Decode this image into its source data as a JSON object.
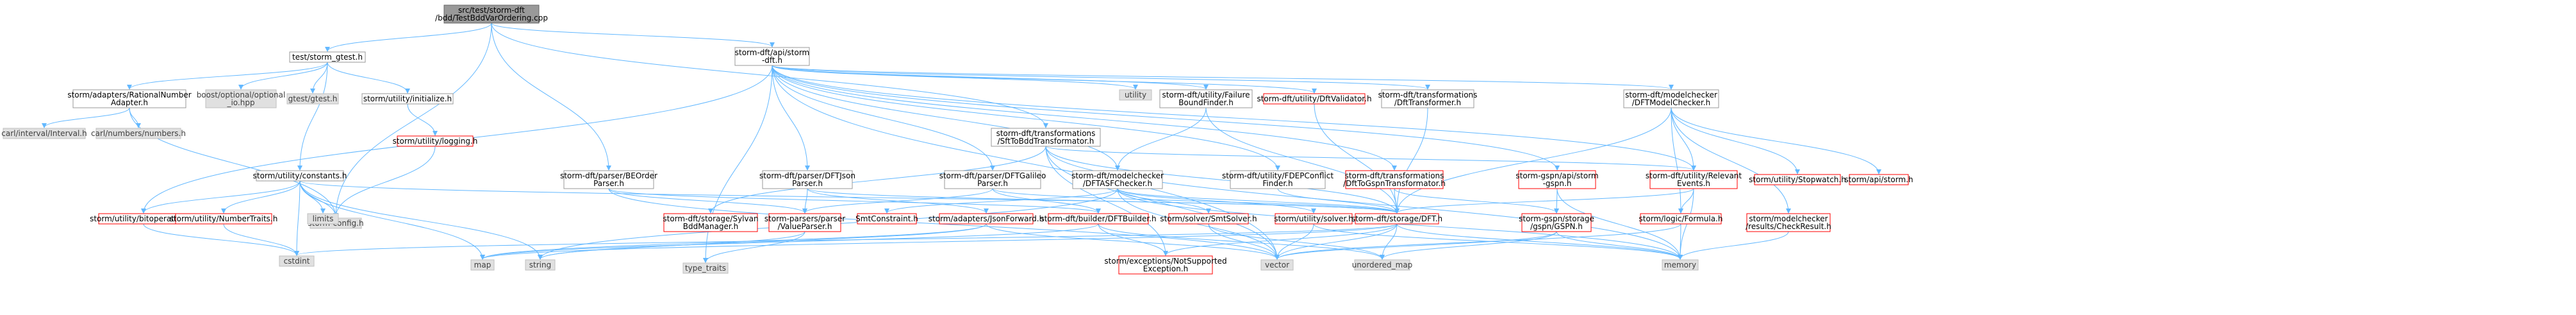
{
  "palette": {
    "background": "#ffffff",
    "edge": "#63b8ff",
    "node_fill": "#ffffff",
    "node_border": "#ff0000",
    "node_border_plain": "#999999",
    "node_border_std": "#bfbfbf",
    "system_fill": "#e0e0e0",
    "root_fill": "#999999",
    "root_border": "#666666",
    "text": "#000000",
    "red_text": "#ff0000",
    "system_text": "#404040"
  },
  "nodes": [
    {
      "id": "root",
      "kind": "root",
      "label": [
        "src/test/storm-dft",
        "/bdd/TestBddVarOrdering.cpp"
      ]
    },
    {
      "id": "gtest_h",
      "kind": "plain",
      "label": [
        "test/storm_gtest.h"
      ]
    },
    {
      "id": "dft_api",
      "kind": "plain",
      "label": [
        "storm-dft/api/storm",
        "-dft.h"
      ]
    },
    {
      "id": "rational_adapter",
      "kind": "plain",
      "label": [
        "storm/adapters/RationalNumber",
        "Adapter.h"
      ]
    },
    {
      "id": "boost_optional",
      "kind": "std",
      "label": [
        "boost/optional/optional",
        "_io.hpp"
      ]
    },
    {
      "id": "gtest",
      "kind": "std",
      "label": [
        "gtest/gtest.h"
      ]
    },
    {
      "id": "initialize",
      "kind": "plain",
      "label": [
        "storm/utility/initialize.h"
      ]
    },
    {
      "id": "carl_interval",
      "kind": "std",
      "label": [
        "carl/interval/Interval.h"
      ]
    },
    {
      "id": "carl_numbers",
      "kind": "std",
      "label": [
        "carl/numbers/numbers.h"
      ]
    },
    {
      "id": "constants",
      "kind": "plain",
      "label": [
        "storm/utility/constants.h"
      ]
    },
    {
      "id": "logging",
      "kind": "red",
      "label": [
        "storm/utility/logging.h"
      ]
    },
    {
      "id": "storm_config",
      "kind": "std",
      "label": [
        "storm-config.h"
      ]
    },
    {
      "id": "bitoperations",
      "kind": "red",
      "label": [
        "storm/utility/bitoperations.h"
      ]
    },
    {
      "id": "numbertraits",
      "kind": "red",
      "label": [
        "storm/utility/NumberTraits.h"
      ]
    },
    {
      "id": "limits",
      "kind": "std",
      "label": [
        "limits"
      ]
    },
    {
      "id": "cstdint",
      "kind": "std",
      "label": [
        "cstdint"
      ]
    },
    {
      "id": "map",
      "kind": "std",
      "label": [
        "map"
      ]
    },
    {
      "id": "string",
      "kind": "std",
      "label": [
        "string"
      ]
    },
    {
      "id": "beorder",
      "kind": "plain",
      "label": [
        "storm-dft/parser/BEOrder",
        "Parser.h"
      ]
    },
    {
      "id": "sft_bdd",
      "kind": "plain",
      "label": [
        "storm-dft/transformations",
        "/SftToBddTransformator.h"
      ]
    },
    {
      "id": "utility",
      "kind": "std",
      "label": [
        "utility"
      ]
    },
    {
      "id": "failure_bound",
      "kind": "plain",
      "label": [
        "storm-dft/utility/Failure",
        "BoundFinder.h"
      ]
    },
    {
      "id": "dftvalidator",
      "kind": "red",
      "label": [
        "storm-dft/utility/DftValidator.h"
      ]
    },
    {
      "id": "dft_transformer",
      "kind": "plain",
      "label": [
        "storm-dft/transformations",
        "/DftTransformer.h"
      ]
    },
    {
      "id": "gspn_api",
      "kind": "red",
      "label": [
        "storm-gspn/api/storm",
        "-gspn.h"
      ]
    },
    {
      "id": "dft_model_checker",
      "kind": "plain",
      "label": [
        "storm-dft/modelchecker",
        "/DFTModelChecker.h"
      ]
    },
    {
      "id": "dftjson",
      "kind": "plain",
      "label": [
        "storm-dft/parser/DFTJson",
        "Parser.h"
      ]
    },
    {
      "id": "galileo",
      "kind": "plain",
      "label": [
        "storm-dft/parser/DFTGalileo",
        "Parser.h"
      ]
    },
    {
      "id": "dftasf",
      "kind": "plain",
      "label": [
        "storm-dft/modelchecker",
        "/DFTASFChecker.h"
      ]
    },
    {
      "id": "fdep",
      "kind": "plain",
      "label": [
        "storm-dft/utility/FDEPConflict",
        "Finder.h"
      ]
    },
    {
      "id": "gspn_transformator",
      "kind": "red",
      "label": [
        "storm-dft/transformations",
        "/DftToGspnTransformator.h"
      ]
    },
    {
      "id": "relevant_events",
      "kind": "red",
      "label": [
        "storm-dft/utility/Relevant",
        "Events.h"
      ]
    },
    {
      "id": "stopwatch",
      "kind": "red",
      "label": [
        "storm/utility/Stopwatch.h"
      ]
    },
    {
      "id": "storm_api",
      "kind": "red",
      "label": [
        "storm/api/storm.h"
      ]
    },
    {
      "id": "sylvan",
      "kind": "red",
      "label": [
        "storm-dft/storage/Sylvan",
        "BddManager.h"
      ]
    },
    {
      "id": "value_parser",
      "kind": "red",
      "label": [
        "storm-parsers/parser",
        "/ValueParser.h"
      ]
    },
    {
      "id": "smtconstraint",
      "kind": "red",
      "label": [
        "SmtConstraint.h"
      ]
    },
    {
      "id": "jsonforward",
      "kind": "red",
      "label": [
        "storm/adapters/JsonForward.h"
      ]
    },
    {
      "id": "dftbuilder",
      "kind": "red",
      "label": [
        "storm-dft/builder/DFTBuilder.h"
      ]
    },
    {
      "id": "smtsolver",
      "kind": "red",
      "label": [
        "storm/solver/SmtSolver.h"
      ]
    },
    {
      "id": "solver",
      "kind": "red",
      "label": [
        "storm/utility/solver.h"
      ]
    },
    {
      "id": "dft_storage",
      "kind": "red",
      "label": [
        "storm-dft/storage/DFT.h"
      ]
    },
    {
      "id": "gspn_storage",
      "kind": "red",
      "label": [
        "storm-gspn/storage",
        "/gspn/GSPN.h"
      ]
    },
    {
      "id": "logic_formula",
      "kind": "red",
      "label": [
        "storm/logic/Formula.h"
      ]
    },
    {
      "id": "checkresult",
      "kind": "red",
      "label": [
        "storm/modelchecker",
        "/results/CheckResult.h"
      ]
    },
    {
      "id": "type_traits",
      "kind": "std",
      "label": [
        "type_traits"
      ]
    },
    {
      "id": "not_supported",
      "kind": "red",
      "label": [
        "storm/exceptions/NotSupported",
        "Exception.h"
      ]
    },
    {
      "id": "vector",
      "kind": "std",
      "label": [
        "vector"
      ]
    },
    {
      "id": "unordered_map",
      "kind": "std",
      "label": [
        "unordered_map"
      ]
    },
    {
      "id": "memory",
      "kind": "std",
      "label": [
        "memory"
      ]
    }
  ],
  "edges": [
    [
      "root",
      "gtest_h"
    ],
    [
      "root",
      "dft_api"
    ],
    [
      "root",
      "beorder"
    ],
    [
      "root",
      "sft_bdd"
    ],
    [
      "root",
      "storm_config"
    ],
    [
      "gtest_h",
      "rational_adapter"
    ],
    [
      "gtest_h",
      "boost_optional"
    ],
    [
      "gtest_h",
      "gtest"
    ],
    [
      "gtest_h",
      "initialize"
    ],
    [
      "gtest_h",
      "constants"
    ],
    [
      "rational_adapter",
      "carl_interval"
    ],
    [
      "rational_adapter",
      "carl_numbers"
    ],
    [
      "rational_adapter",
      "storm_config"
    ],
    [
      "initialize",
      "logging"
    ],
    [
      "logging",
      "storm_config"
    ],
    [
      "constants",
      "bitoperations"
    ],
    [
      "constants",
      "numbertraits"
    ],
    [
      "constants",
      "limits"
    ],
    [
      "constants",
      "cstdint"
    ],
    [
      "constants",
      "map"
    ],
    [
      "constants",
      "string"
    ],
    [
      "constants",
      "storm_config"
    ],
    [
      "constants",
      "dft_storage"
    ],
    [
      "bitoperations",
      "cstdint"
    ],
    [
      "numbertraits",
      "cstdint"
    ],
    [
      "dft_api",
      "utility"
    ],
    [
      "dft_api",
      "failure_bound"
    ],
    [
      "dft_api",
      "dftvalidator"
    ],
    [
      "dft_api",
      "dft_transformer"
    ],
    [
      "dft_api",
      "gspn_api"
    ],
    [
      "dft_api",
      "dft_model_checker"
    ],
    [
      "dft_api",
      "dftjson"
    ],
    [
      "dft_api",
      "galileo"
    ],
    [
      "dft_api",
      "dftasf"
    ],
    [
      "dft_api",
      "fdep"
    ],
    [
      "dft_api",
      "gspn_transformator"
    ],
    [
      "dft_api",
      "relevant_events"
    ],
    [
      "dft_api",
      "type_traits"
    ],
    [
      "dft_api",
      "vector"
    ],
    [
      "dft_api",
      "bitoperations"
    ],
    [
      "beorder",
      "value_parser"
    ],
    [
      "beorder",
      "dftbuilder"
    ],
    [
      "beorder",
      "vector"
    ],
    [
      "sft_bdd",
      "sylvan"
    ],
    [
      "sft_bdd",
      "dft_storage"
    ],
    [
      "sft_bdd",
      "not_supported"
    ],
    [
      "sft_bdd",
      "memory"
    ],
    [
      "sft_bdd",
      "vector"
    ],
    [
      "sft_bdd",
      "relevant_events"
    ],
    [
      "failure_bound",
      "dft_storage"
    ],
    [
      "failure_bound",
      "dftasf"
    ],
    [
      "dftvalidator",
      "dft_storage"
    ],
    [
      "dft_transformer",
      "dft_storage"
    ],
    [
      "gspn_api",
      "gspn_storage"
    ],
    [
      "gspn_api",
      "memory"
    ],
    [
      "dft_model_checker",
      "relevant_events"
    ],
    [
      "dft_model_checker",
      "stopwatch"
    ],
    [
      "dft_model_checker",
      "storm_api"
    ],
    [
      "dft_model_checker",
      "checkresult"
    ],
    [
      "dft_model_checker",
      "dft_storage"
    ],
    [
      "dft_model_checker",
      "logic_formula"
    ],
    [
      "dftjson",
      "value_parser"
    ],
    [
      "dftjson",
      "jsonforward"
    ],
    [
      "dftjson",
      "dft_storage"
    ],
    [
      "galileo",
      "value_parser"
    ],
    [
      "galileo",
      "dftbuilder"
    ],
    [
      "galileo",
      "dft_storage"
    ],
    [
      "dftasf",
      "smtconstraint"
    ],
    [
      "dftasf",
      "smtsolver"
    ],
    [
      "dftasf",
      "solver"
    ],
    [
      "dftasf",
      "dft_storage"
    ],
    [
      "dftasf",
      "vector"
    ],
    [
      "dftasf",
      "memory"
    ],
    [
      "dftasf",
      "string"
    ],
    [
      "fdep",
      "dft_storage"
    ],
    [
      "gspn_transformator",
      "dft_storage"
    ],
    [
      "gspn_transformator",
      "gspn_storage"
    ],
    [
      "relevant_events",
      "dft_storage"
    ],
    [
      "relevant_events",
      "logic_formula"
    ],
    [
      "relevant_events",
      "memory"
    ],
    [
      "value_parser",
      "type_traits"
    ],
    [
      "value_parser",
      "string"
    ],
    [
      "jsonforward",
      "map"
    ],
    [
      "jsonforward",
      "string"
    ],
    [
      "jsonforward",
      "vector"
    ],
    [
      "dftbuilder",
      "map"
    ],
    [
      "dftbuilder",
      "unordered_map"
    ],
    [
      "dftbuilder",
      "not_supported"
    ],
    [
      "smtsolver",
      "vector"
    ],
    [
      "smtsolver",
      "unordered_map"
    ],
    [
      "solver",
      "vector"
    ],
    [
      "solver",
      "memory"
    ],
    [
      "dft_storage",
      "map"
    ],
    [
      "dft_storage",
      "memory"
    ],
    [
      "dft_storage",
      "not_supported"
    ],
    [
      "dft_storage",
      "unordered_map"
    ],
    [
      "dft_storage",
      "vector"
    ],
    [
      "dft_storage",
      "cstdint"
    ],
    [
      "gspn_storage",
      "memory"
    ],
    [
      "gspn_storage",
      "unordered_map"
    ],
    [
      "gspn_storage",
      "vector"
    ],
    [
      "logic_formula",
      "memory"
    ],
    [
      "logic_formula",
      "vector"
    ],
    [
      "checkresult",
      "memory"
    ]
  ]
}
